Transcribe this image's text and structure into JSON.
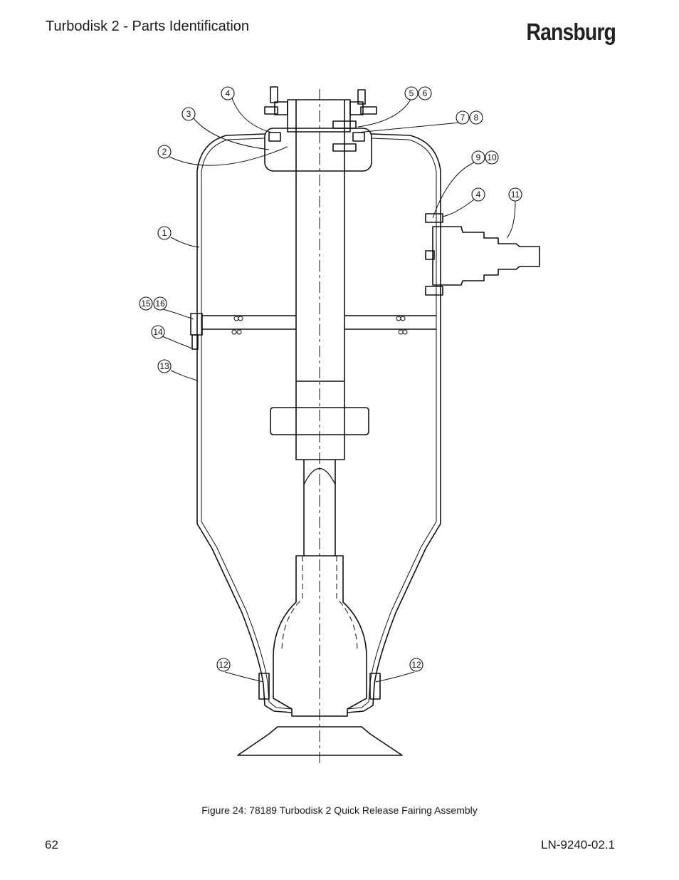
{
  "header": {
    "title": "Turbodisk 2 - Parts Identification",
    "brand": "Ransburg"
  },
  "figure": {
    "caption": "Figure 24:  78189 Turbodisk 2 Quick Release Fairing Assembly",
    "callouts": [
      "4",
      "5",
      "6",
      "3",
      "7",
      "8",
      "2",
      "9",
      "10",
      "4",
      "11",
      "1",
      "15",
      "16",
      "14",
      "13",
      "12",
      "12"
    ]
  },
  "footer": {
    "page_number": "62",
    "doc_code": "LN-9240-02.1"
  }
}
